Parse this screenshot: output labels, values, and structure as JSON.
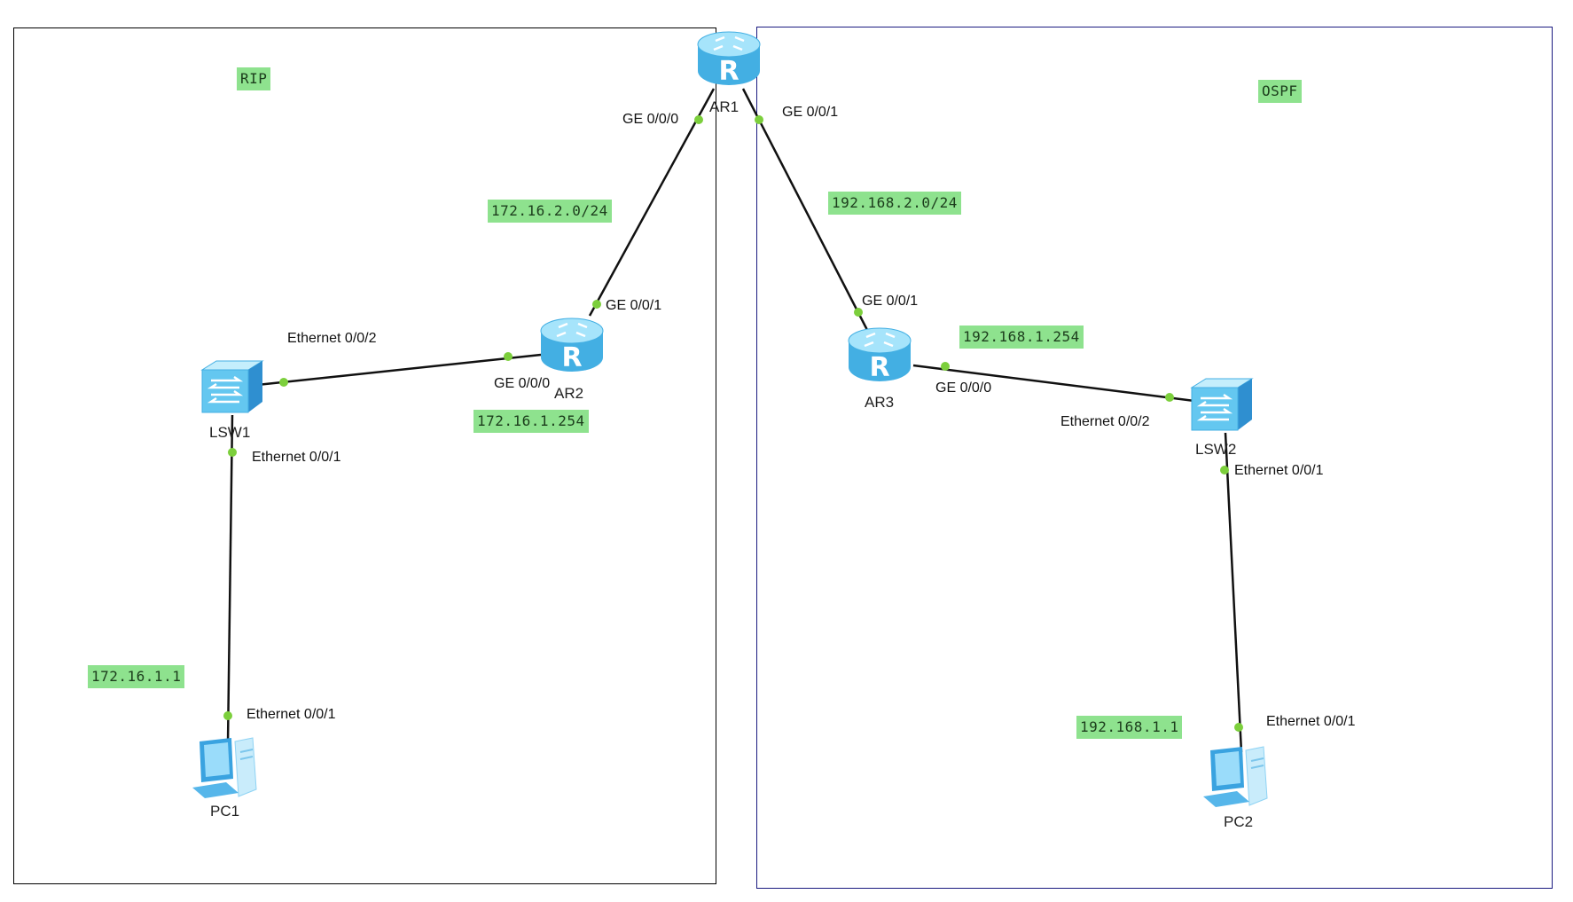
{
  "areas": {
    "rip": {
      "label": "RIP"
    },
    "ospf": {
      "label": "OSPF"
    }
  },
  "networks": {
    "rip_ar1_ar2": "172.16.2.0/24",
    "ospf_ar1_ar3": "192.168.2.0/24",
    "ar2_lan_ip": "172.16.1.254",
    "pc1_ip": "172.16.1.1",
    "ar3_lan_ip": "192.168.1.254",
    "pc2_ip": "192.168.1.1"
  },
  "devices": {
    "ar1": "AR1",
    "ar2": "AR2",
    "ar3": "AR3",
    "lsw1": "LSW1",
    "lsw2": "LSW2",
    "pc1": "PC1",
    "pc2": "PC2"
  },
  "ports": {
    "ar1_ge000": "GE 0/0/0",
    "ar1_ge001": "GE 0/0/1",
    "ar2_ge001": "GE 0/0/1",
    "ar2_ge000": "GE 0/0/0",
    "lsw1_e002": "Ethernet 0/0/2",
    "lsw1_e001": "Ethernet 0/0/1",
    "pc1_e001": "Ethernet 0/0/1",
    "ar3_ge001": "GE 0/0/1",
    "ar3_ge000": "GE 0/0/0",
    "lsw2_e002": "Ethernet 0/0/2",
    "lsw2_e001": "Ethernet 0/0/1",
    "pc2_e001": "Ethernet 0/0/1"
  },
  "colors": {
    "tag_bg": "#8ee28e",
    "device_blue": "#5ec3ee",
    "port_dot": "#7ccf3c",
    "link": "#111111",
    "ospf_border": "#1a1a80"
  }
}
